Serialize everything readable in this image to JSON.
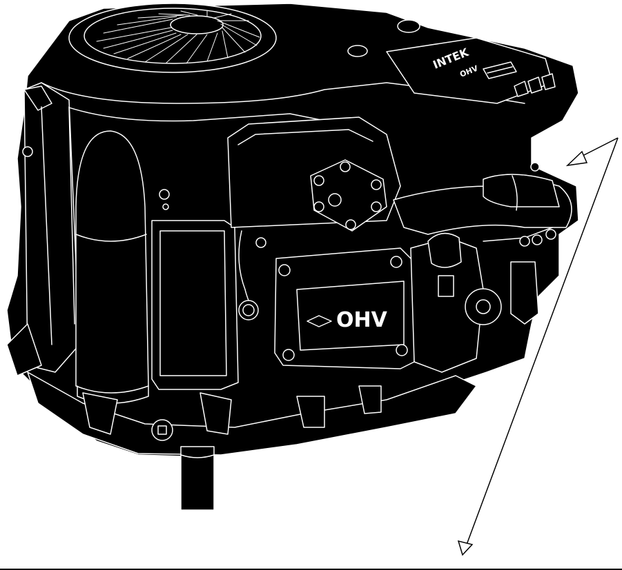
{
  "illustration": {
    "brand_text": "INTEK",
    "cover_text": "OHV",
    "valve_cover_text": "OHV",
    "logo": "briggs-and-stratton-logo"
  },
  "annotations": {
    "arrow_color": "#000000",
    "line_color": "#000000"
  },
  "colors": {
    "background": "#ffffff",
    "engine_body": "#000000",
    "outline": "#ffffff"
  }
}
